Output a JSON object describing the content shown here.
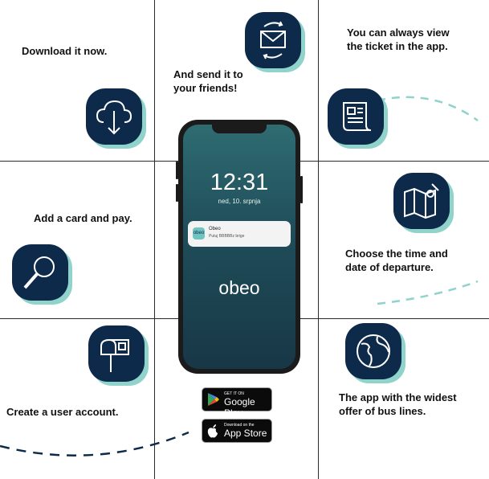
{
  "captions": {
    "download": "Download it now.",
    "send_line1": "And send it to",
    "send_line2": "your friends!",
    "view_line1": "You can always view",
    "view_line2": "the ticket in the app.",
    "add_card": "Add a card and pay.",
    "choose_line1": "Choose the time and",
    "choose_line2": "date of departure.",
    "create_account": "Create a user account.",
    "widest_line1": "The app with the widest",
    "widest_line2": "offer of bus lines."
  },
  "phone": {
    "time": "12:31",
    "date": "ned, 10. srpnja",
    "notification_app": "Obeo",
    "notification_app_icon": "obeo",
    "notification_text": "Putuj BBBBBz brige",
    "logo": "obeo"
  },
  "stores": {
    "google_small": "GET IT ON",
    "google_big": "Google Play",
    "apple_small": "Download on the",
    "apple_big": "App Store"
  },
  "icons": {
    "envelope": "envelope-exchange-icon",
    "cloud": "cloud-download-icon",
    "ticket": "ticket-document-icon",
    "map": "map-pin-icon",
    "search": "magnifier-icon",
    "mailbox": "mailbox-icon",
    "globe": "globe-icon"
  },
  "colors": {
    "badge": "#0d2a4a",
    "badge_shadow": "#8fd3cb",
    "screen_top": "#2f6c72",
    "screen_bottom": "#183746"
  }
}
